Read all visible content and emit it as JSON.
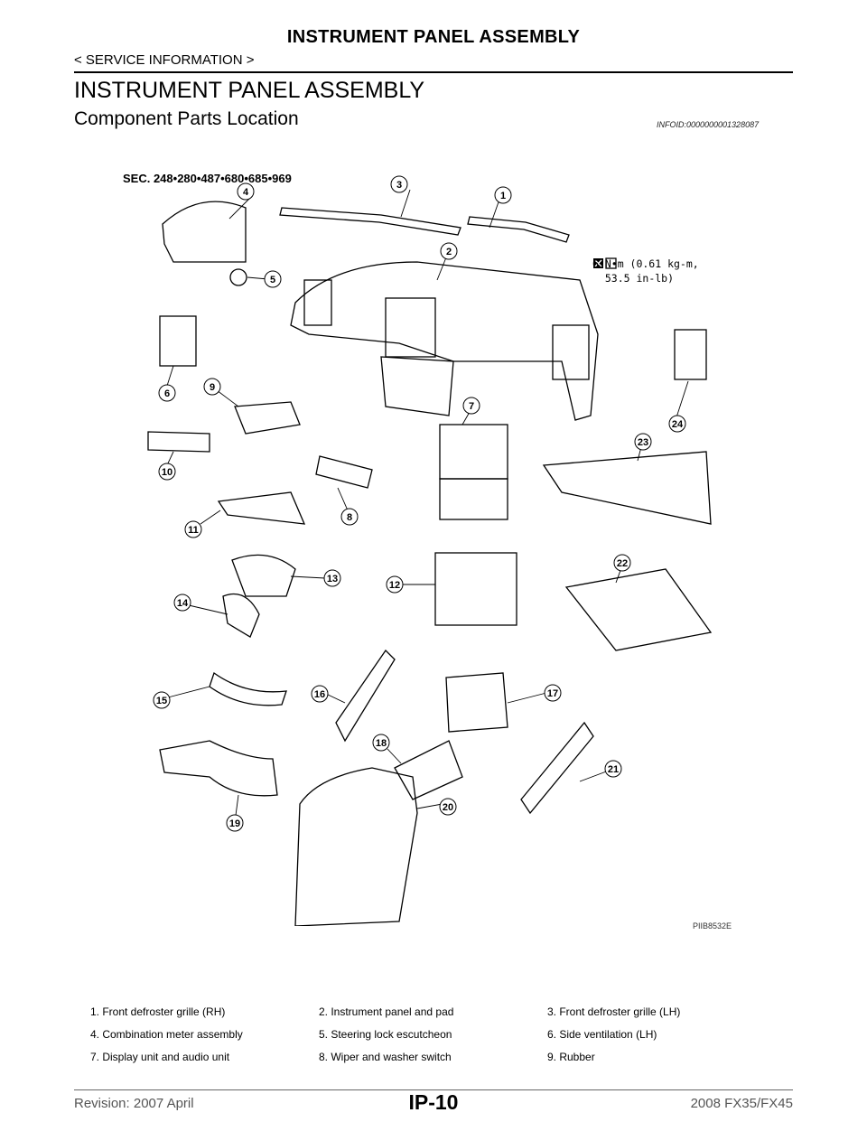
{
  "header": {
    "title": "INSTRUMENT PANEL ASSEMBLY",
    "breadcrumb": "< SERVICE INFORMATION >"
  },
  "section": {
    "title": "INSTRUMENT PANEL ASSEMBLY",
    "subsection_title": "Component Parts Location",
    "info_id": "INFOID:0000000001328087"
  },
  "diagram": {
    "sec_code": "SEC. 248•280•487•680•685•969",
    "torque_line1": "6 N•m (0.61 kg-m,",
    "torque_line2": "53.5 in-lb)",
    "figure_id": "PIIB8532E",
    "callouts": [
      "1",
      "2",
      "3",
      "4",
      "5",
      "6",
      "7",
      "8",
      "9",
      "10",
      "11",
      "12",
      "13",
      "14",
      "15",
      "16",
      "17",
      "18",
      "19",
      "20",
      "21",
      "22",
      "23",
      "24"
    ]
  },
  "legend": [
    [
      "1.  Front defroster grille (RH)",
      "2.  Instrument panel and pad",
      "3.  Front defroster grille (LH)"
    ],
    [
      "4.  Combination meter assembly",
      "5.  Steering lock escutcheon",
      "6.  Side ventilation (LH)"
    ],
    [
      "7.  Display unit and audio unit",
      "8.  Wiper and washer switch",
      "9.  Rubber"
    ]
  ],
  "footer": {
    "revision": "Revision: 2007 April",
    "page": "IP-10",
    "model": "2008 FX35/FX45"
  }
}
